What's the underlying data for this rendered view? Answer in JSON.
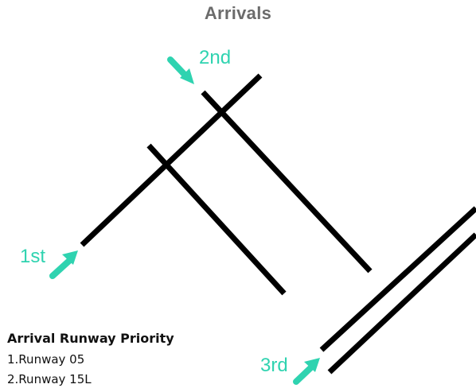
{
  "title": "Arrivals",
  "labels": {
    "first": "1st",
    "second": "2nd",
    "third": "3rd"
  },
  "legend": {
    "heading": "Arrival Runway Priority",
    "items": [
      "1.Runway 05",
      "2.Runway 15L"
    ]
  },
  "colors": {
    "runway": "#000000",
    "arrow": "#2fd3b0",
    "title": "#6b6b6b"
  }
}
